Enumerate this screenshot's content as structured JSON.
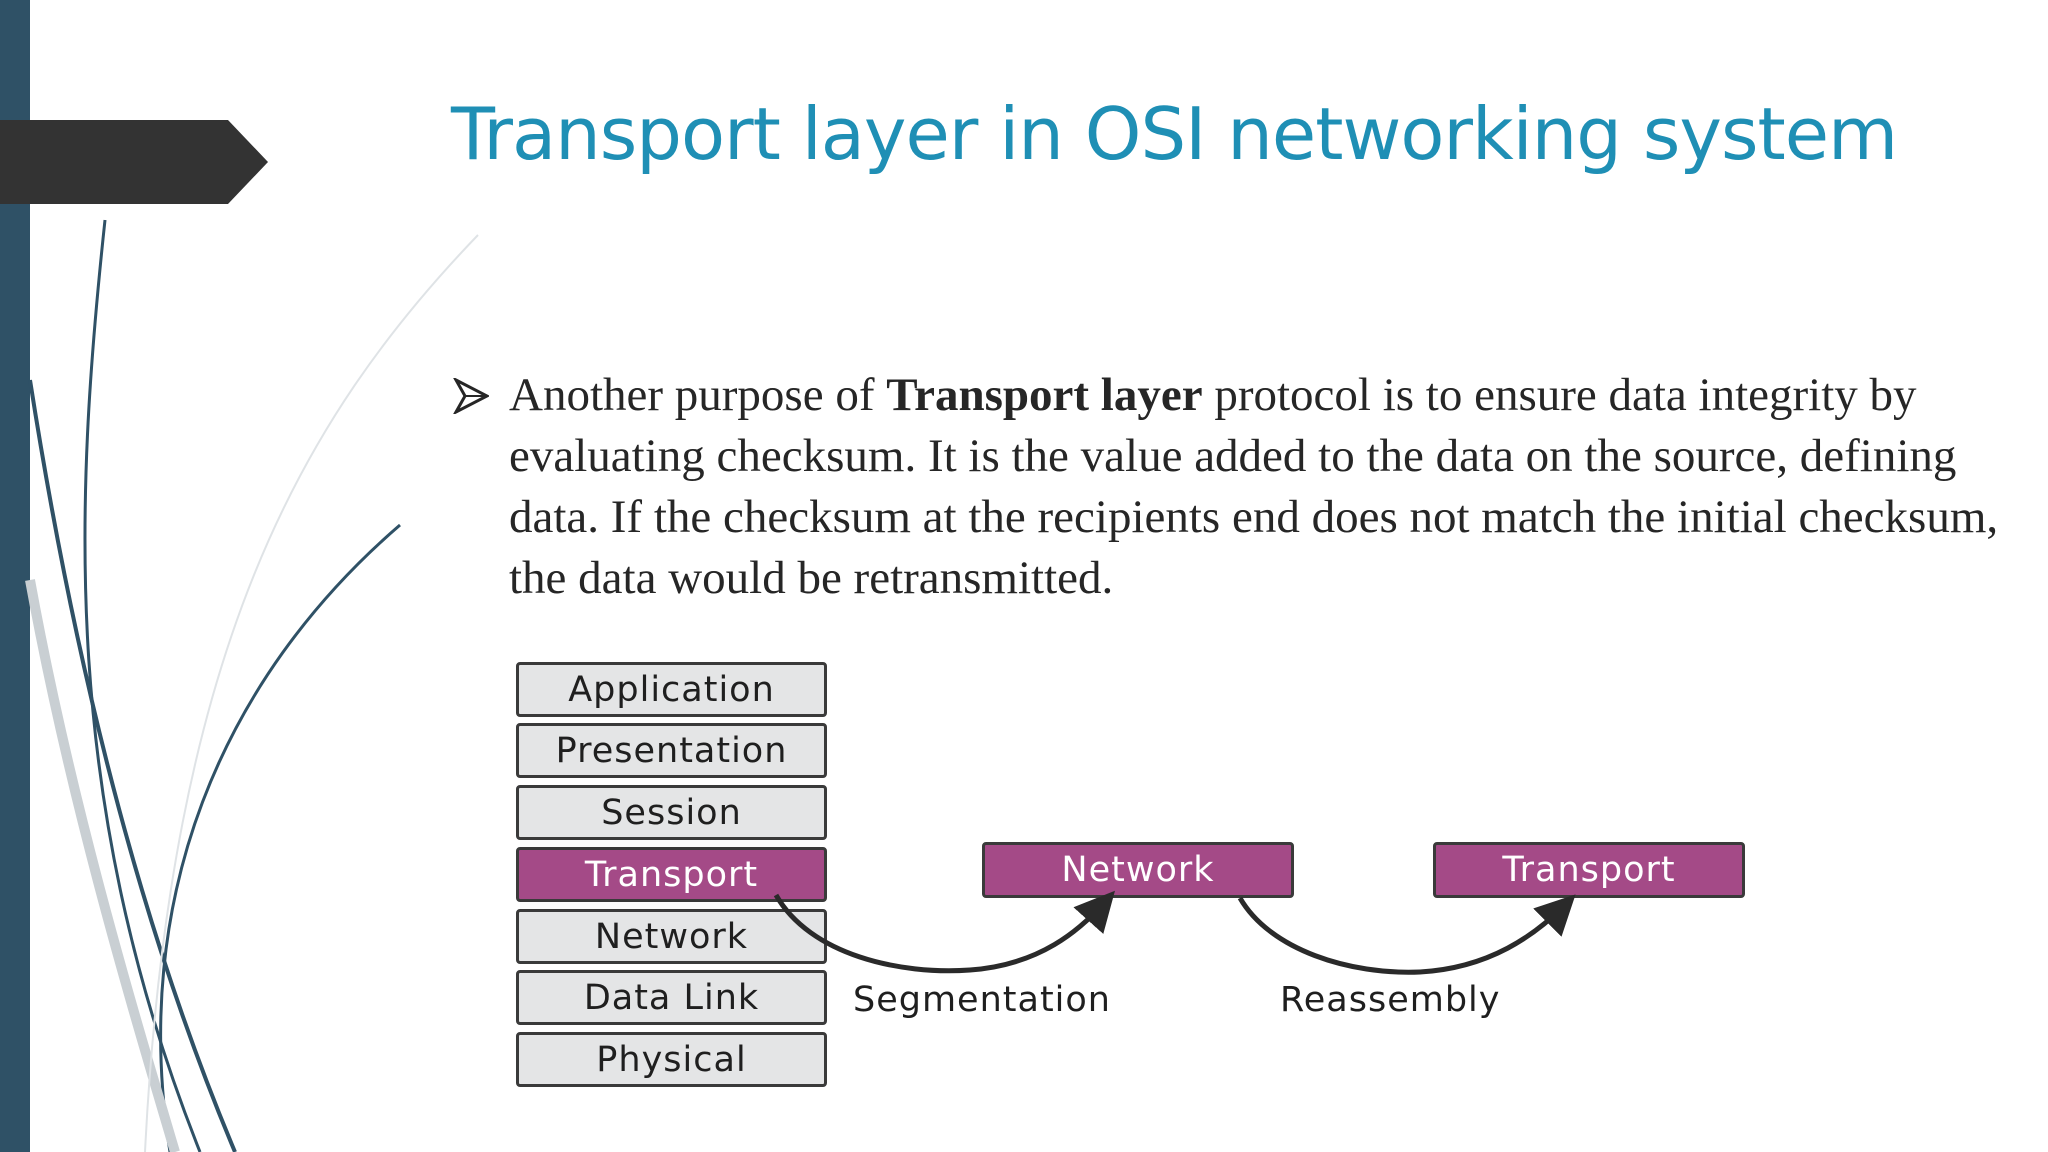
{
  "slide": {
    "title": "Transport layer in OSI networking system",
    "bullet": {
      "before": "Another purpose of ",
      "bold": "Transport layer",
      "after": " protocol is to ensure data integrity by evaluating checksum. It is the value added to the data on the source, defining data. If the checksum at the  recipients end does not match the initial checksum, the data would be retransmitted."
    }
  },
  "diagram": {
    "layers": [
      {
        "label": "Application",
        "highlighted": false
      },
      {
        "label": "Presentation",
        "highlighted": false
      },
      {
        "label": "Session",
        "highlighted": false
      },
      {
        "label": "Transport",
        "highlighted": true
      },
      {
        "label": "Network",
        "highlighted": false
      },
      {
        "label": "Data Link",
        "highlighted": false
      },
      {
        "label": "Physical",
        "highlighted": false
      }
    ],
    "flow": {
      "node_network": "Network",
      "node_transport": "Transport",
      "edge_segmentation": "Segmentation",
      "edge_reassembly": "Reassembly"
    },
    "colors": {
      "title": "#1f8fb5",
      "highlight": "#a44a87",
      "layer_fill": "#e4e5e6",
      "sidebar": "#2f5166"
    }
  }
}
